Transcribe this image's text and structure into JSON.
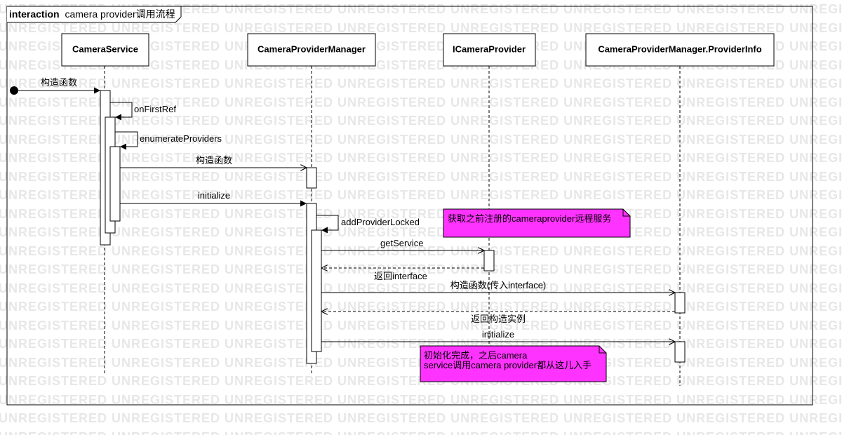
{
  "watermark": "UNREGISTERED",
  "frame": {
    "keyword": "interaction",
    "name": "camera provider调用流程"
  },
  "lifelines": [
    {
      "id": "cs",
      "name": "CameraService"
    },
    {
      "id": "cpm",
      "name": "CameraProviderManager"
    },
    {
      "id": "icp",
      "name": "ICameraProvider"
    },
    {
      "id": "pi",
      "name": "CameraProviderManager.ProviderInfo"
    }
  ],
  "messages": [
    {
      "id": "found-ctor",
      "label": "构造函数"
    },
    {
      "id": "on-first-ref",
      "label": "onFirstRef"
    },
    {
      "id": "enumerate-providers",
      "label": "enumerateProviders"
    },
    {
      "id": "cpm-ctor",
      "label": "构造函数"
    },
    {
      "id": "initialize",
      "label": "initialize"
    },
    {
      "id": "add-provider-locked",
      "label": "addProviderLocked"
    },
    {
      "id": "get-service",
      "label": "getService"
    },
    {
      "id": "return-interface",
      "label": "返回interface"
    },
    {
      "id": "pi-ctor",
      "label": "构造函数(传入interface)"
    },
    {
      "id": "return-ctor-instance",
      "label": "返回构造实例"
    },
    {
      "id": "pi-initialize",
      "label": "initialize"
    }
  ],
  "notes": [
    {
      "id": "note-get-service",
      "lines": [
        "获取之前注册的cameraprovider远程服务"
      ],
      "fill": "#ff33ff"
    },
    {
      "id": "note-init-done",
      "lines": [
        "初始化完成，之后camera",
        "service调用camera provider都从这儿入手"
      ],
      "fill": "#ff33ff"
    }
  ],
  "colors": {
    "line": "#000000",
    "note_fill": "#ff33ff",
    "watermark": "#e7e7e7"
  }
}
